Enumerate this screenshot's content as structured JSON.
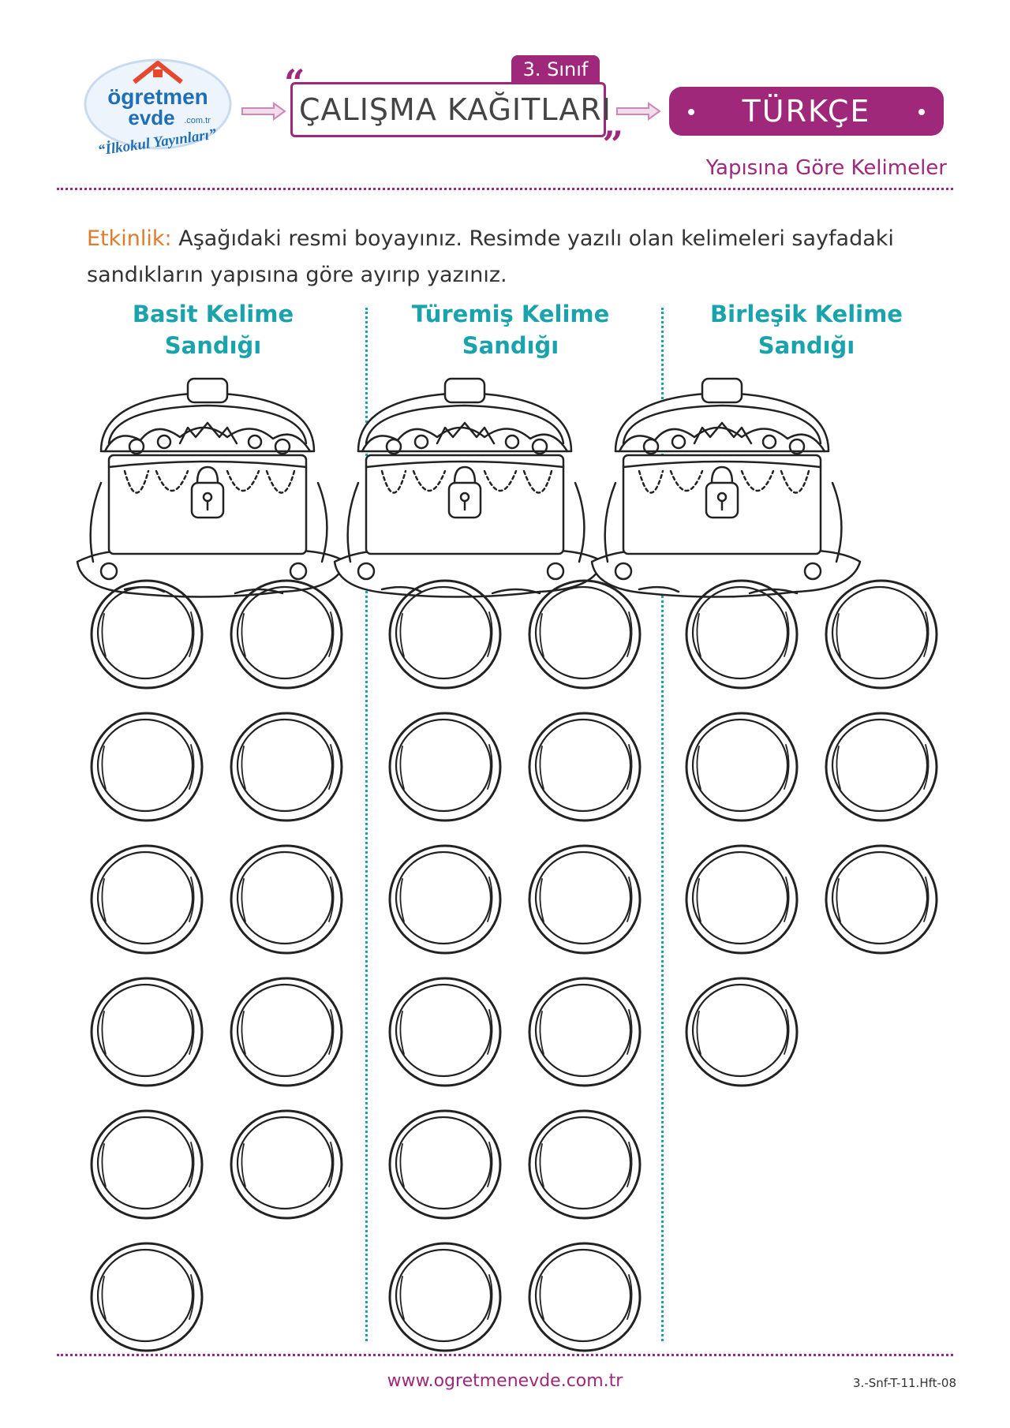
{
  "header": {
    "logo_main": "ögretmen",
    "logo_sub": "evde",
    "logo_domain": ".com.tr",
    "logo_tagline": "“İlkokul Yayınları”",
    "grade": "3. Sınıf",
    "title": "ÇALIŞMA KAĞITLARI",
    "subject": "TÜRKÇE",
    "topic": "Yapısına Göre Kelimeler"
  },
  "instructions": {
    "lead": "Etkinlik:",
    "text": " Aşağıdaki resmi boyayınız. Resimde yazılı olan kelimeleri sayfadaki sandıkların yapısına göre ayırıp yazınız."
  },
  "columns": [
    {
      "title_line1": "Basit Kelime",
      "title_line2": "Sandığı",
      "coin_count": 11
    },
    {
      "title_line1": "Türemiş Kelime",
      "title_line2": "Sandığı",
      "coin_count": 12
    },
    {
      "title_line1": "Birleşik Kelime",
      "title_line2": "Sandığı",
      "coin_count": 7
    }
  ],
  "footer": {
    "url": "www.ogretmenevde.com.tr",
    "code": "3.-Snf-T-11.Hft-08"
  },
  "colors": {
    "brand": "#a0287a",
    "accent": "#1aa3ac",
    "lead": "#e07a2c"
  },
  "icons": [
    "house-logo-icon",
    "arrow-right-icon",
    "treasure-chest-icon",
    "coin-ring-icon"
  ]
}
